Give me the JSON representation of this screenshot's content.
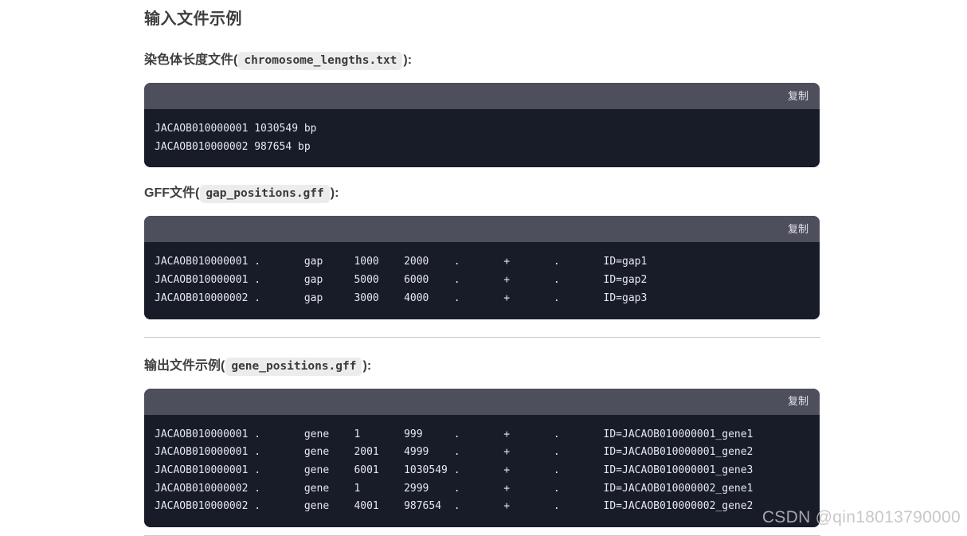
{
  "page": {
    "title": "输入文件示例",
    "watermark": "CSDN @qin18013790000",
    "copy_label": "复制",
    "accent_header_bg": "#4e4f5c",
    "code_bg": "#181c29",
    "inline_chip_bg": "#ececec"
  },
  "sections": [
    {
      "heading_prefix": "染色体长度文件",
      "heading_open": "(",
      "heading_file": "chromosome_lengths.txt",
      "heading_close": "):",
      "copy_label": "复制",
      "lines": [
        "JACAOB010000001\t1030549 bp",
        "JACAOB010000002\t987654 bp"
      ]
    },
    {
      "heading_prefix": "GFF文件",
      "heading_open": "(",
      "heading_file": "gap_positions.gff",
      "heading_close": "):",
      "copy_label": "复制",
      "lines": [
        "JACAOB010000001\t.\tgap\t1000\t2000\t.\t+\t.\tID=gap1",
        "JACAOB010000001\t.\tgap\t5000\t6000\t.\t+\t.\tID=gap2",
        "JACAOB010000002\t.\tgap\t3000\t4000\t.\t+\t.\tID=gap3"
      ]
    },
    {
      "heading_prefix": "输出文件示例",
      "heading_open": "(",
      "heading_file": "gene_positions.gff",
      "heading_close": "):",
      "copy_label": "复制",
      "lines": [
        "JACAOB010000001\t.\tgene\t1\t999\t.\t+\t.\tID=JACAOB010000001_gene1",
        "JACAOB010000001\t.\tgene\t2001\t4999\t.\t+\t.\tID=JACAOB010000001_gene2",
        "JACAOB010000001\t.\tgene\t6001\t1030549\t.\t+\t.\tID=JACAOB010000001_gene3",
        "JACAOB010000002\t.\tgene\t1\t2999\t.\t+\t.\tID=JACAOB010000002_gene1",
        "JACAOB010000002\t.\tgene\t4001\t987654\t.\t+\t.\tID=JACAOB010000002_gene2"
      ]
    }
  ]
}
